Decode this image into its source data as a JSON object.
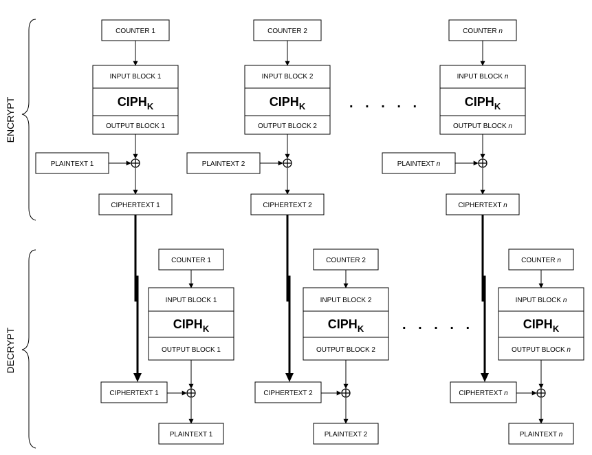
{
  "side_labels": {
    "encrypt": "ENCRYPT",
    "decrypt": "DECRYPT"
  },
  "cipher": {
    "main": "CIPH",
    "sub": "K"
  },
  "ellipsis": ". . . . .",
  "encrypt": [
    {
      "counter": "COUNTER 1",
      "input": "INPUT BLOCK 1",
      "output": "OUTPUT BLOCK 1",
      "plaintext": "PLAINTEXT 1",
      "ciphertext": "CIPHERTEXT 1"
    },
    {
      "counter": "COUNTER 2",
      "input": "INPUT BLOCK 2",
      "output": "OUTPUT BLOCK 2",
      "plaintext": "PLAINTEXT 2",
      "ciphertext": "CIPHERTEXT 2"
    },
    {
      "counter": "COUNTER n",
      "input": "INPUT BLOCK n",
      "output": "OUTPUT BLOCK n",
      "plaintext": "PLAINTEXT n",
      "ciphertext": "CIPHERTEXT n"
    }
  ],
  "decrypt": [
    {
      "counter": "COUNTER 1",
      "input": "INPUT BLOCK 1",
      "output": "OUTPUT BLOCK 1",
      "ciphertext": "CIPHERTEXT 1",
      "plaintext": "PLAINTEXT 1"
    },
    {
      "counter": "COUNTER 2",
      "input": "INPUT BLOCK 2",
      "output": "OUTPUT BLOCK 2",
      "ciphertext": "CIPHERTEXT 2",
      "plaintext": "PLAINTEXT 2"
    },
    {
      "counter": "COUNTER n",
      "input": "INPUT BLOCK n",
      "output": "OUTPUT BLOCK n",
      "ciphertext": "CIPHERTEXT n",
      "plaintext": "PLAINTEXT n"
    }
  ]
}
